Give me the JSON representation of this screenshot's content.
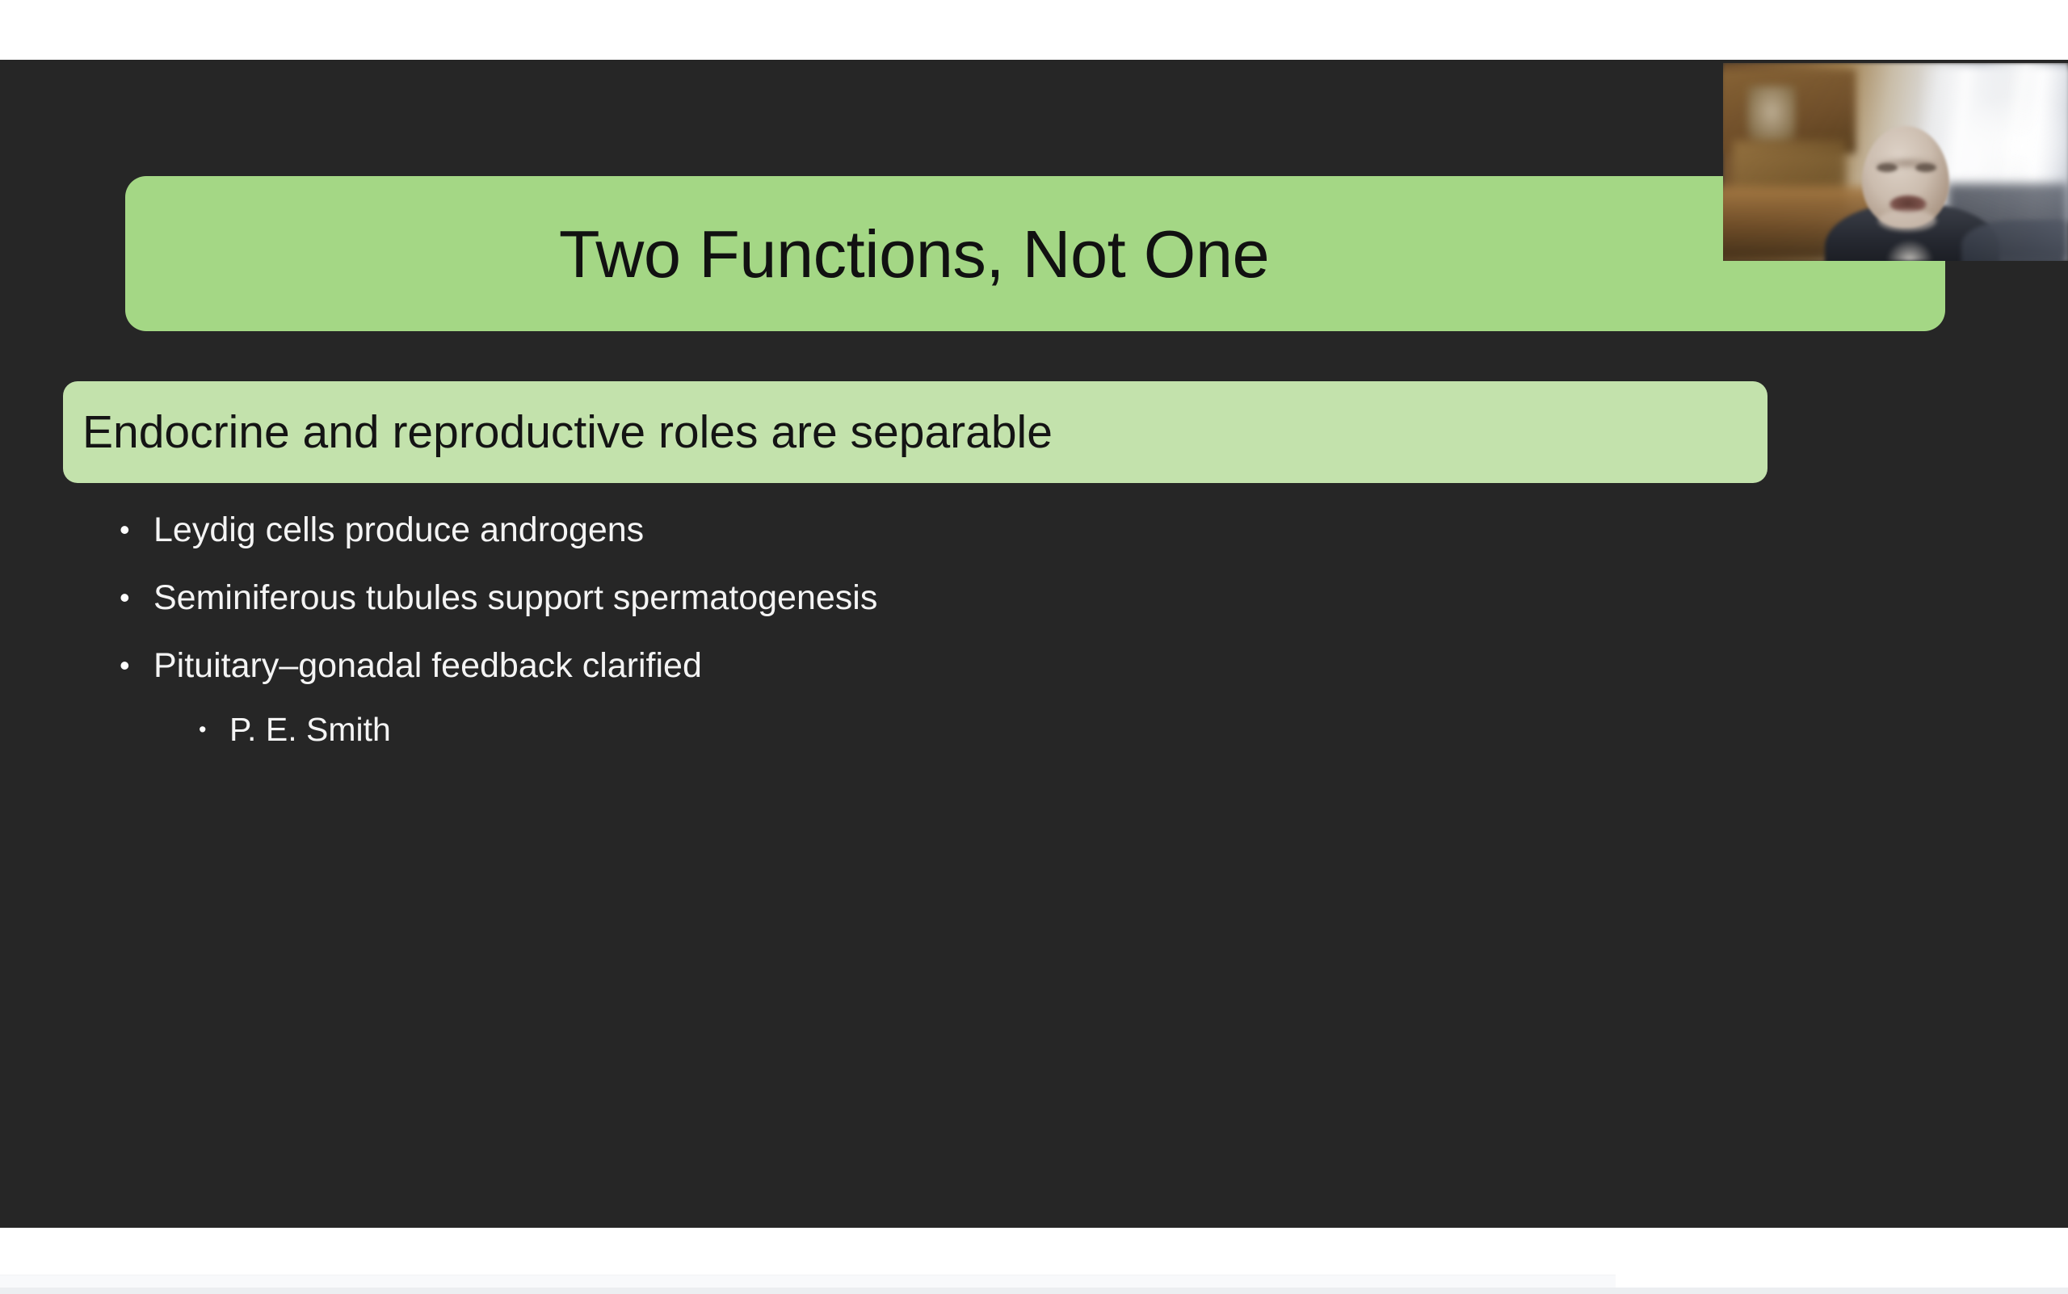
{
  "slide": {
    "background_color": "#262626",
    "title": {
      "text": "Two Functions, Not One",
      "banner_color": "#A4D785",
      "text_color": "#111111"
    },
    "subtitle": {
      "text": "Endocrine and reproductive roles are separable",
      "banner_color": "#C3E2AC",
      "text_color": "#141414"
    },
    "bullets": [
      {
        "level": 1,
        "marker": "•",
        "text": "Leydig cells produce androgens"
      },
      {
        "level": 1,
        "marker": "•",
        "text": "Seminiferous tubules support spermatogenesis"
      },
      {
        "level": 1,
        "marker": "•",
        "text": "Pituitary–gonadal feedback clarified"
      },
      {
        "level": 2,
        "marker": "•",
        "text": "P. E. Smith"
      }
    ],
    "body_text_color": "#F4F4F4"
  },
  "webcam": {
    "label": "presenter-video-thumbnail",
    "description": "Elderly man speaking, blurred interior background with wooden shelving at left and bright window at right"
  },
  "chrome": {
    "top_band_color": "#FFFFFF",
    "bottom_band_color": "#FFFFFF",
    "bottom_strip_color": "#F8F9FB"
  }
}
